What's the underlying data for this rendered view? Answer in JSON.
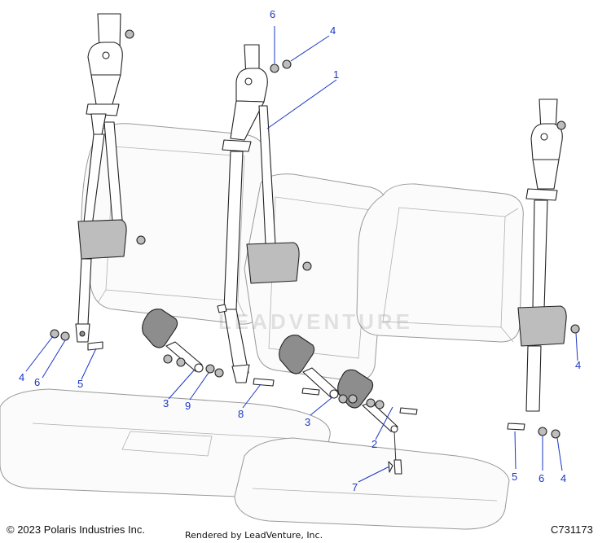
{
  "diagram": {
    "callouts": [
      {
        "id": "c1",
        "label": "1"
      },
      {
        "id": "c2",
        "label": "2"
      },
      {
        "id": "c3a",
        "label": "3"
      },
      {
        "id": "c3b",
        "label": "3"
      },
      {
        "id": "c4a",
        "label": "4"
      },
      {
        "id": "c4b",
        "label": "4"
      },
      {
        "id": "c4c",
        "label": "4"
      },
      {
        "id": "c4d",
        "label": "4"
      },
      {
        "id": "c5a",
        "label": "5"
      },
      {
        "id": "c5b",
        "label": "5"
      },
      {
        "id": "c6a",
        "label": "6"
      },
      {
        "id": "c6b",
        "label": "6"
      },
      {
        "id": "c6c",
        "label": "6"
      },
      {
        "id": "c7",
        "label": "7"
      },
      {
        "id": "c8",
        "label": "8"
      },
      {
        "id": "c9",
        "label": "9"
      }
    ],
    "watermark": "LEADVENTURE",
    "callout_color": "#1a36c4"
  },
  "footer": {
    "copyright": "© 2023 Polaris Industries Inc.",
    "rendered_by": "Rendered by LeadVenture, Inc.",
    "doc_number": "C731173"
  }
}
